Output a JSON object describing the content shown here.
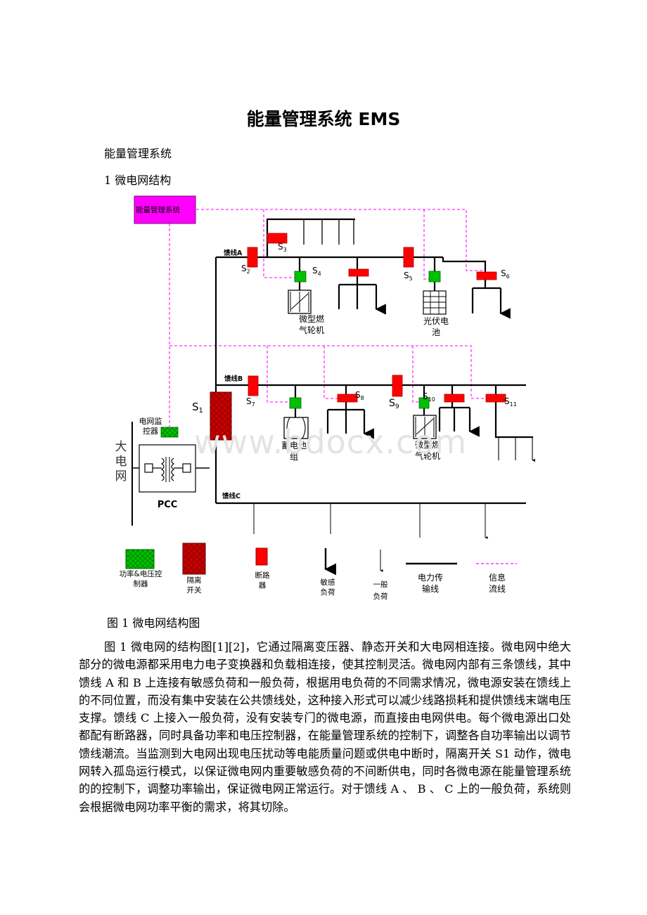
{
  "document": {
    "title": "能量管理系统 EMS",
    "subtitle": "能量管理系统",
    "section_heading": "1 微电网结构",
    "caption": "图 1  微电网结构图",
    "paragraph": "图 1 微电网的结构图[1][2]，它通过隔离变压器、静态开关和大电网相连接。微电网中绝大部分的微电源都采用电力电子变换器和负载相连接，使其控制灵活。微电网内部有三条馈线，其中馈线 A 和 B 上连接有敏感负荷和一般负荷，根据用电负荷的不同需求情况，微电源安装在馈线上的不同位置，而没有集中安装在公共馈线处，这种接入形式可以减少线路损耗和提供馈线末端电压支撑。馈线 C 上接入一般负荷，没有安装专门的微电源，而直接由电网供电。每个微电源出口处都配有断路器，同时具备功率和电压控制器，在能量管理系统的控制下，调整各自功率输出以调节馈线潮流。当监测到大电网出现电压扰动等电能质量问题或供电中断时，隔离开关 S1 动作，微电网转入孤岛运行模式，以保证微电网内重要敏感负荷的不间断供电，同时各微电源在能量管理系统的的控制下，调整功率输出，保证微电网正常运行。对于馈线 A 、 B 、 C 上的一般负荷，系统则会根据微电网功率平衡的需求，将其切除。",
    "watermark": "www.bdocx.com"
  },
  "diagram": {
    "ems_box": "能量管理系统",
    "feeder_a": "馈线A",
    "feeder_b": "馈线B",
    "feeder_c": "馈线C",
    "grid": [
      "大",
      "电",
      "网"
    ],
    "pcc": "PCC",
    "monitor": [
      "电网监",
      "控器"
    ],
    "switches": {
      "s1": "1",
      "s2": "2",
      "s3": "3",
      "s4": "4",
      "s5": "5",
      "s6": "6",
      "s7": "7",
      "s8": "8",
      "s9": "9",
      "s10": "10",
      "s11": "11"
    },
    "s_letter": "S",
    "microturbine_a": [
      "微型燃",
      "气轮机"
    ],
    "pv": [
      "光伏电",
      "池"
    ],
    "battery": [
      "蓄电池",
      "组"
    ],
    "microturbine_b": [
      "微型燃",
      "气轮机"
    ],
    "legend": {
      "controller": [
        "功率&电压控",
        "制器"
      ],
      "isolation": [
        "隔离",
        "开关"
      ],
      "breaker": [
        "断路",
        "器"
      ],
      "sensitive": [
        "敏感",
        "负荷"
      ],
      "general": [
        "一般",
        "负荷"
      ],
      "power_line": [
        "电力传",
        "输线"
      ],
      "info_line": [
        "信息",
        "流线"
      ]
    }
  },
  "colors": {
    "ems_fill": "#ff00ff",
    "breaker": "#ff0000",
    "isolation_switch": "#cc0000",
    "controller": "#00c000",
    "info_line": "#ff33ff"
  }
}
